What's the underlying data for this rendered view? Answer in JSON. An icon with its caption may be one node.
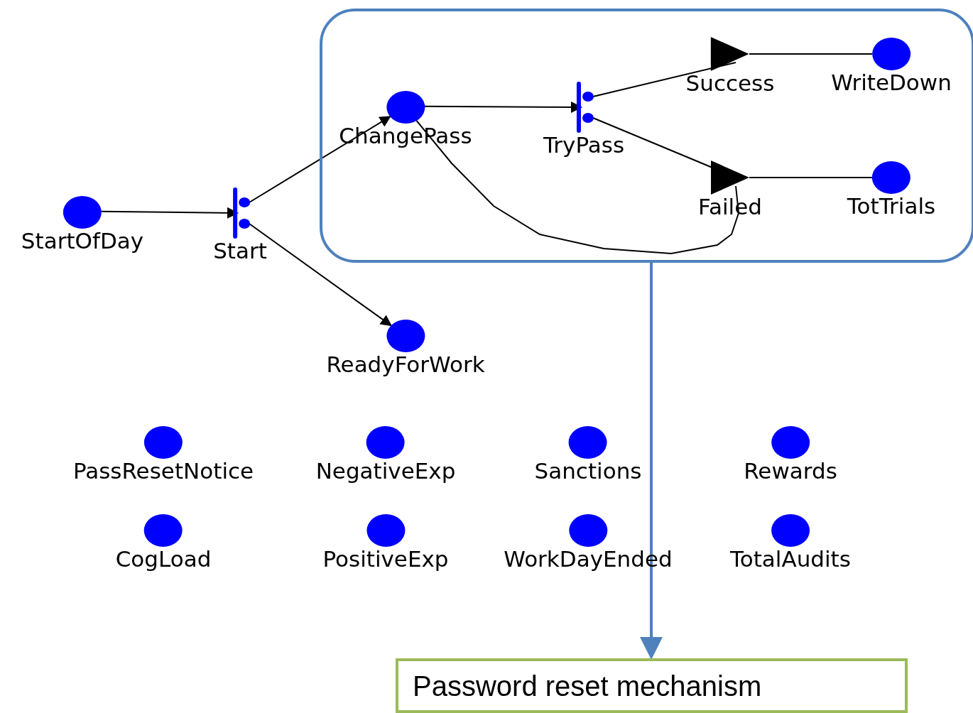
{
  "diagram": {
    "nodes": [
      {
        "text": [],
        "shape": "box"
      },
      {
        "text": [
          "StartOfDay"
        ]
      },
      {
        "text": [
          "Start"
        ]
      },
      {
        "text": [
          "ChangePass"
        ],
        "in": 0
      },
      {
        "text": [
          "TryPass"
        ],
        "in": 0
      },
      {
        "text": [
          "Success"
        ],
        "in": 0
      },
      {
        "text": [
          "WriteDown"
        ],
        "in": 0
      },
      {
        "text": [
          "Failed"
        ],
        "in": 0
      },
      {
        "text": [
          "TotTrials"
        ],
        "in": 0
      },
      {
        "text": [
          "ReadyForWork"
        ]
      },
      {
        "text": [
          "PassResetNotice"
        ]
      },
      {
        "text": [
          "NegativeExp"
        ]
      },
      {
        "text": [
          "Sanctions"
        ]
      },
      {
        "text": [
          "Rewards"
        ]
      },
      {
        "text": [
          "CogLoad"
        ]
      },
      {
        "text": [
          "PositiveExp"
        ]
      },
      {
        "text": [
          "WorkDayEnded"
        ]
      },
      {
        "text": [
          "TotalAudits"
        ]
      },
      {
        "text": [
          "Password reset mechanism"
        ]
      }
    ],
    "edges": [
      {
        "from": 1,
        "to": 2,
        "arrow": "to"
      },
      {
        "from": 2,
        "to": 3,
        "arrow": "to"
      },
      {
        "from": 2,
        "to": 9,
        "arrow": "to"
      },
      {
        "from": 3,
        "to": 4,
        "arrow": "to"
      },
      {
        "from": 4,
        "to": 5,
        "arrow": "none"
      },
      {
        "from": 4,
        "to": 7,
        "arrow": "none"
      },
      {
        "from": 5,
        "to": 6,
        "arrow": "none"
      },
      {
        "from": 7,
        "to": 8,
        "arrow": "none"
      },
      {
        "from": 3,
        "to": 7,
        "arrow": "none"
      },
      {
        "from": 0,
        "to": 18,
        "arrow": "to",
        "color": "#4f81bd"
      }
    ]
  }
}
